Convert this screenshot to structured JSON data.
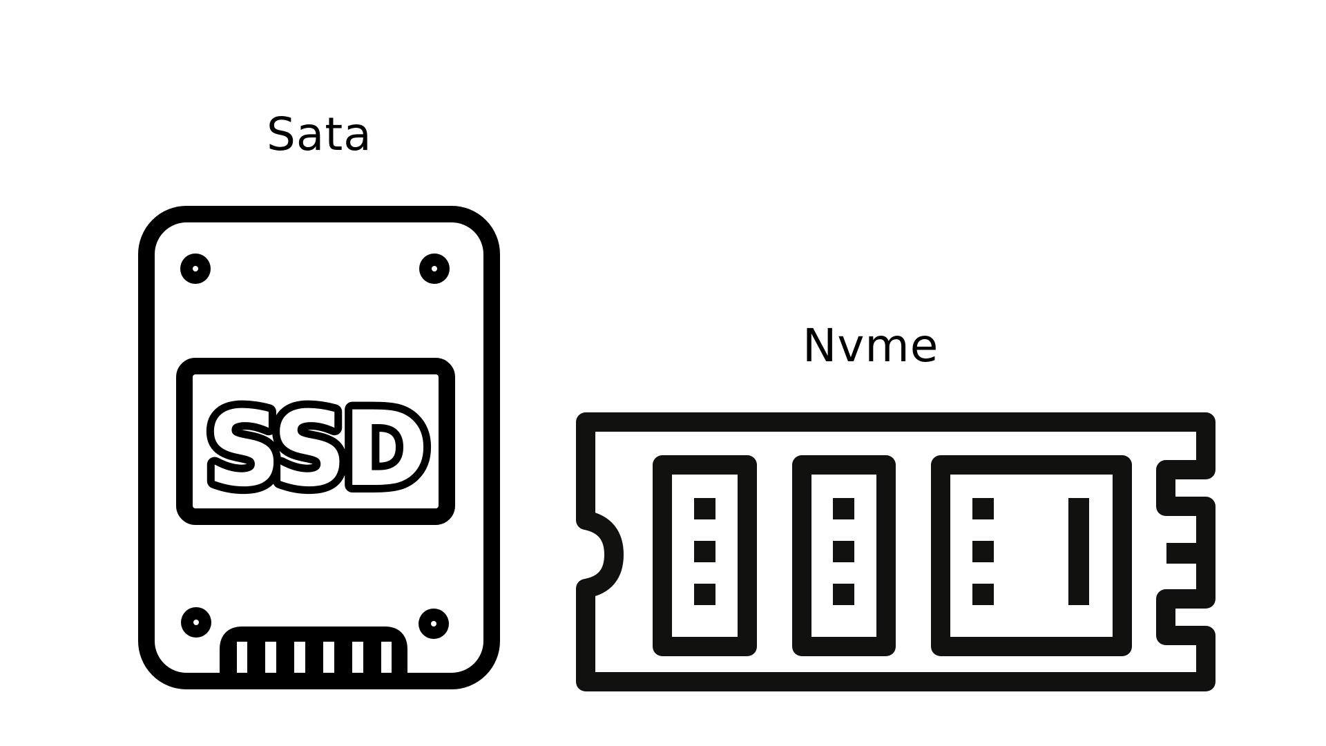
{
  "diagram": {
    "sata": {
      "title": "Sata",
      "chip_text": "SSD",
      "color": "#000000"
    },
    "nvme": {
      "title": "Nvme",
      "color": "#11110f"
    }
  },
  "icons": {
    "sata": "ssd-sata-drive-icon",
    "nvme": "m2-nvme-drive-icon"
  }
}
